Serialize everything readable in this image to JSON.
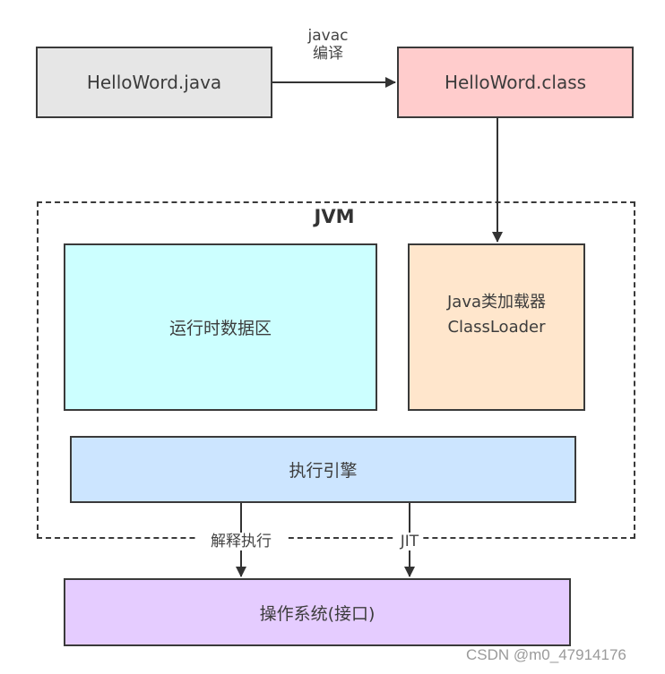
{
  "diagram": {
    "source_file": {
      "label": "HelloWord.java",
      "fill": "#e6e6e6"
    },
    "class_file": {
      "label": "HelloWord.class",
      "fill": "#ffcccc"
    },
    "compile_edge": {
      "line1": "javac",
      "line2": "编译"
    },
    "jvm": {
      "label": "JVM",
      "runtime_data_area": {
        "label": "运行时数据区",
        "fill": "#ccffff"
      },
      "class_loader": {
        "line1": "Java类加载器",
        "line2": "ClassLoader",
        "fill": "#ffe6cc"
      },
      "execution_engine": {
        "label": "执行引擎",
        "fill": "#cce5ff"
      }
    },
    "interpret_edge": {
      "label": "解释执行"
    },
    "jit_edge": {
      "label": "JIT"
    },
    "os": {
      "label": "操作系统(接口)",
      "fill": "#e5ccff"
    }
  },
  "watermark": "CSDN @m0_47914176"
}
